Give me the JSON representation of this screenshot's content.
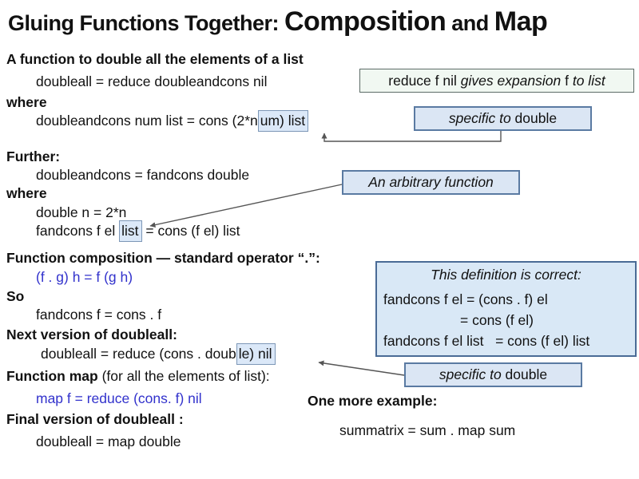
{
  "slide": {
    "title": {
      "prefix": "Gluing Functions Together: ",
      "emphasis1": "Composition",
      "connector": " and ",
      "emphasis2": "Map"
    }
  },
  "left": {
    "h1": "A function to double all the elements of a list",
    "code1": "doubleall = reduce doubleandcons nil",
    "where1": "where",
    "code2_pre": "doubleandcons num list = cons (2*n",
    "code2_boxed": "um) list",
    "h2": "Further:",
    "code3": "doubleandcons = fandcons double",
    "where2": "where",
    "code4": "double n = 2*n",
    "code5_pre": "fandcons f el ",
    "code5_boxed": "list",
    "code5_post": " = cons (f el) list",
    "h3": "Function composition — standard operator “.”:",
    "formula1": "(f . g) h = f (g h)",
    "h4": "So",
    "code6": "fandcons f = cons . f",
    "h5": "Next version of doubleall:",
    "code7_pre": "doubleall = reduce (cons . doub",
    "code7_boxed": "le) nil",
    "h6_bold": "Function map",
    "h6_rest": " (for all the elements of list):",
    "formula2": "map f = reduce (cons. f) nil",
    "h7": "Final version of doubleall :",
    "code8": "doubleall = map double"
  },
  "callouts": {
    "expansion": {
      "r1": "reduce f nil ",
      "i1": "gives expansion",
      "r2": " f ",
      "i2": "to list"
    },
    "specific1": {
      "italic": "specific to",
      "roman": " double"
    },
    "arbitrary": "An arbitrary function",
    "correct": {
      "title": "This definition is correct:",
      "line1": "fandcons f el = (cons . f) el",
      "line2": "= cons (f el)",
      "line3": "fandcons f el list   = cons (f el) list"
    },
    "specific2": {
      "italic": "specific to",
      "roman": " double"
    },
    "more_heading": "One more example:",
    "more_code": "summatrix = sum . map sum"
  },
  "colors": {
    "formula_blue": "#3232cc",
    "callout_blue_fill": "#dbe6f4",
    "callout_blue_border": "#5a7aa2",
    "callout_green_fill": "#f1f8f2",
    "inline_highlight_fill": "#dbe8f8",
    "connector_gray": "#555555",
    "text": "#111111"
  }
}
